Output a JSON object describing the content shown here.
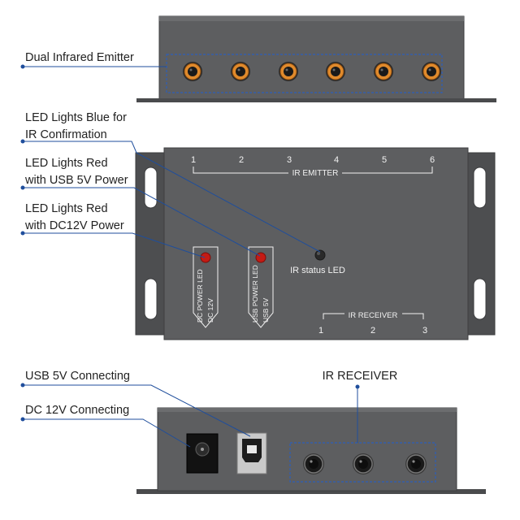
{
  "colors": {
    "device_body": "#5d5e60",
    "device_edge": "#3e3f41",
    "callout_line": "#1f4e9c",
    "highlight_box": "#2e5fb8",
    "emitter_jack_ring": "#e08a2c",
    "receiver_jack_ring": "#1a1a1a",
    "led_red": "#c41b14",
    "led_status": "#2a2a2a"
  },
  "callouts": {
    "dual_ir_emitter": "Dual Infrared Emitter",
    "led_blue_line1": "LED Lights Blue for",
    "led_blue_line2": "IR Confirmation",
    "led_red_usb_line1": "LED Lights Red",
    "led_red_usb_line2": "with USB 5V Power",
    "led_red_dc_line1": "LED Lights Red",
    "led_red_dc_line2": "with DC12V Power",
    "usb_connecting": "USB 5V Connecting",
    "dc_connecting": "DC 12V Connecting",
    "ir_receiver": "IR RECEIVER"
  },
  "device_top": {
    "emitter_numbers": [
      "1",
      "2",
      "3",
      "4",
      "5",
      "6"
    ],
    "emitter_label": "IR EMITTER",
    "status_led_label": "IR status LED",
    "dc_led_tag": [
      "DC POWER LED",
      "DC 12V"
    ],
    "usb_led_tag": [
      "USB POWER LED",
      "USB 5V"
    ],
    "receiver_label": "IR RECEIVER",
    "receiver_numbers": [
      "1",
      "2",
      "3"
    ]
  },
  "icons": [
    "emitter-jack-icon",
    "receiver-jack-icon",
    "dc-jack-icon",
    "usb-b-port-icon",
    "led-icon",
    "mounting-slot-icon"
  ]
}
